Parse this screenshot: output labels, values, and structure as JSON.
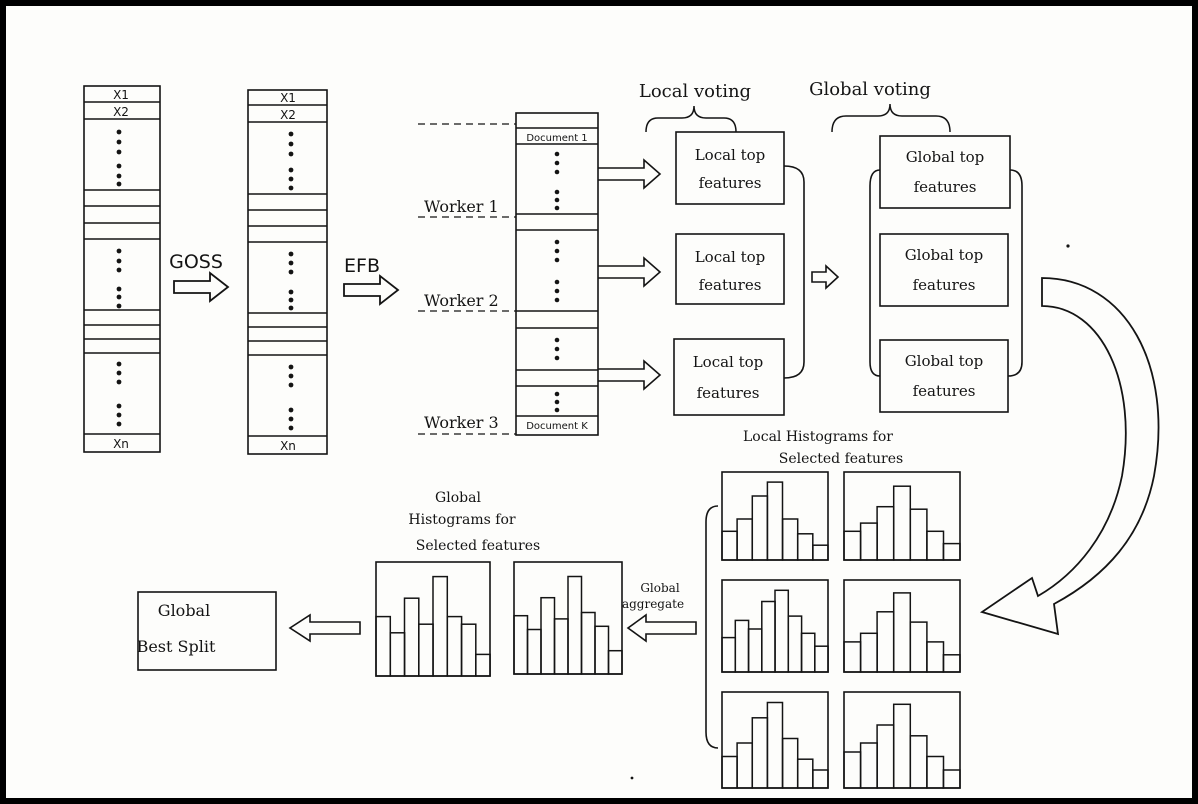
{
  "data_table": {
    "first_row": "X1",
    "second_row": "X2",
    "last_row": "Xn"
  },
  "sampled_table": {
    "first_row": "X1",
    "second_row": "X2",
    "last_row": "Xn"
  },
  "steps": {
    "goss": "GOSS",
    "efb": "EFB"
  },
  "partition": {
    "first_document": "Document 1",
    "last_document": "Document K"
  },
  "workers": [
    "Worker 1",
    "Worker 2",
    "Worker 3"
  ],
  "local_voting": {
    "label": "Local voting",
    "boxes": [
      [
        "Local top",
        "features"
      ],
      [
        "Local top",
        "features"
      ],
      [
        "Local top",
        "features"
      ]
    ]
  },
  "global_voting": {
    "label": "Global voting",
    "boxes": [
      [
        "Global top",
        "features"
      ],
      [
        "Global top",
        "features"
      ],
      [
        "Global top",
        "features"
      ]
    ]
  },
  "local_histograms": {
    "title_lines": [
      "Local Histograms for",
      "Selected features"
    ],
    "panels": [
      [
        0.35,
        0.5,
        0.78,
        0.95,
        0.5,
        0.32,
        0.18
      ],
      [
        0.35,
        0.45,
        0.65,
        0.9,
        0.62,
        0.35,
        0.2
      ],
      [
        0.4,
        0.6,
        0.5,
        0.82,
        0.95,
        0.65,
        0.45,
        0.3
      ],
      [
        0.35,
        0.45,
        0.7,
        0.92,
        0.58,
        0.35,
        0.2
      ],
      [
        0.35,
        0.5,
        0.78,
        0.95,
        0.55,
        0.32,
        0.2
      ],
      [
        0.4,
        0.5,
        0.7,
        0.93,
        0.58,
        0.35,
        0.2
      ]
    ]
  },
  "aggregation": {
    "label_lines": [
      "Global",
      "aggregate"
    ]
  },
  "global_histograms": {
    "title_lines": [
      "Global",
      "Histograms for",
      "Selected features"
    ],
    "panels": [
      [
        0.55,
        0.4,
        0.72,
        0.48,
        0.92,
        0.55,
        0.48,
        0.2
      ],
      [
        0.55,
        0.42,
        0.72,
        0.52,
        0.92,
        0.58,
        0.45,
        0.22
      ]
    ]
  },
  "result": {
    "lines": [
      "Global",
      "Best Split"
    ]
  }
}
